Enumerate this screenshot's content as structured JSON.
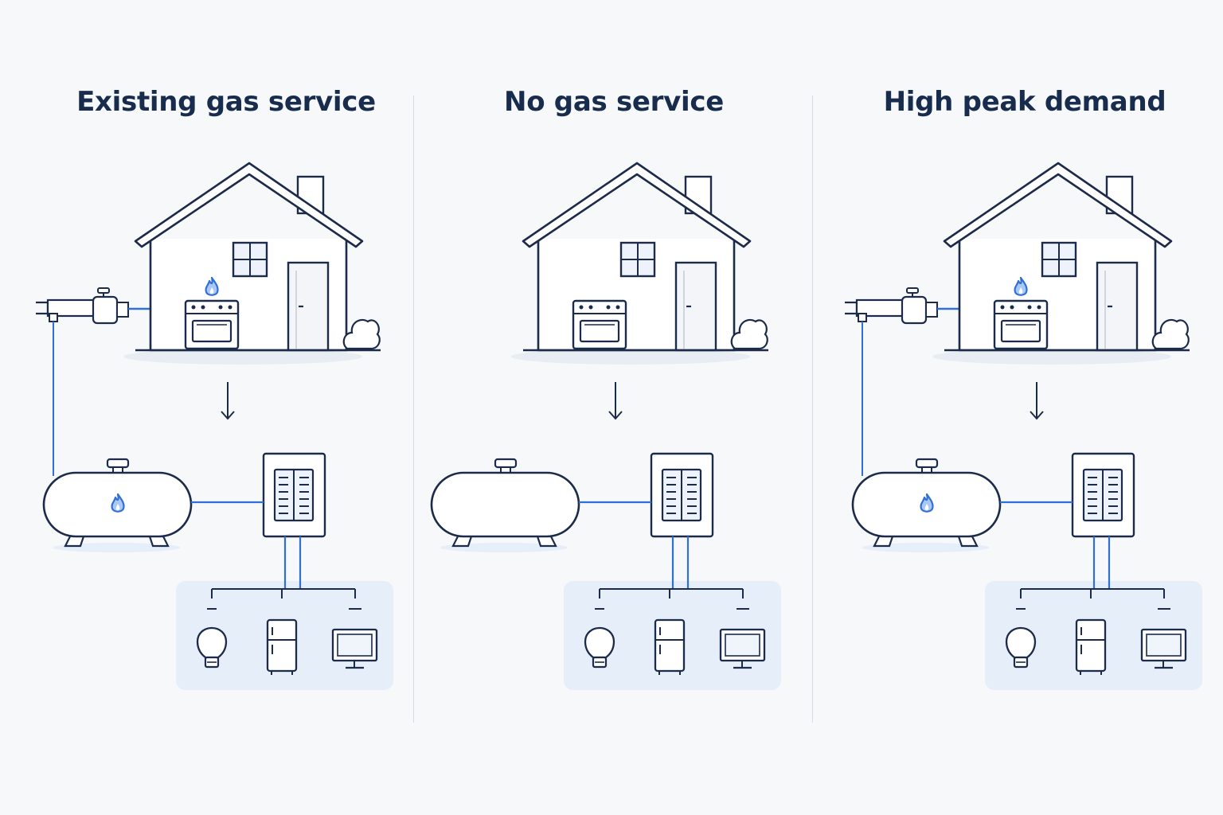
{
  "panels": [
    {
      "title": "Existing gas service",
      "has_gas_meter": true,
      "has_tank_flame": true,
      "has_burner_flame": true,
      "accent": "#2f6fd6"
    },
    {
      "title": "No gas service",
      "has_gas_meter": false,
      "has_tank_flame": false,
      "has_burner_flame": false,
      "accent": "#2f6fd6"
    },
    {
      "title": "High peak demand",
      "has_gas_meter": true,
      "has_tank_flame": true,
      "has_burner_flame": true,
      "accent": "#2f6fd6"
    }
  ],
  "colors": {
    "line": "#1c2b4a",
    "accent": "#2f6fd6",
    "soft": "#e6eefa",
    "background": "#f7f8fa"
  },
  "icons": [
    "house-icon",
    "gas-meter-icon",
    "stove-icon",
    "flame-icon",
    "propane-tank-icon",
    "electrical-panel-icon",
    "light-bulb-icon",
    "refrigerator-icon",
    "monitor-icon",
    "shrub-icon",
    "arrow-down-icon"
  ]
}
